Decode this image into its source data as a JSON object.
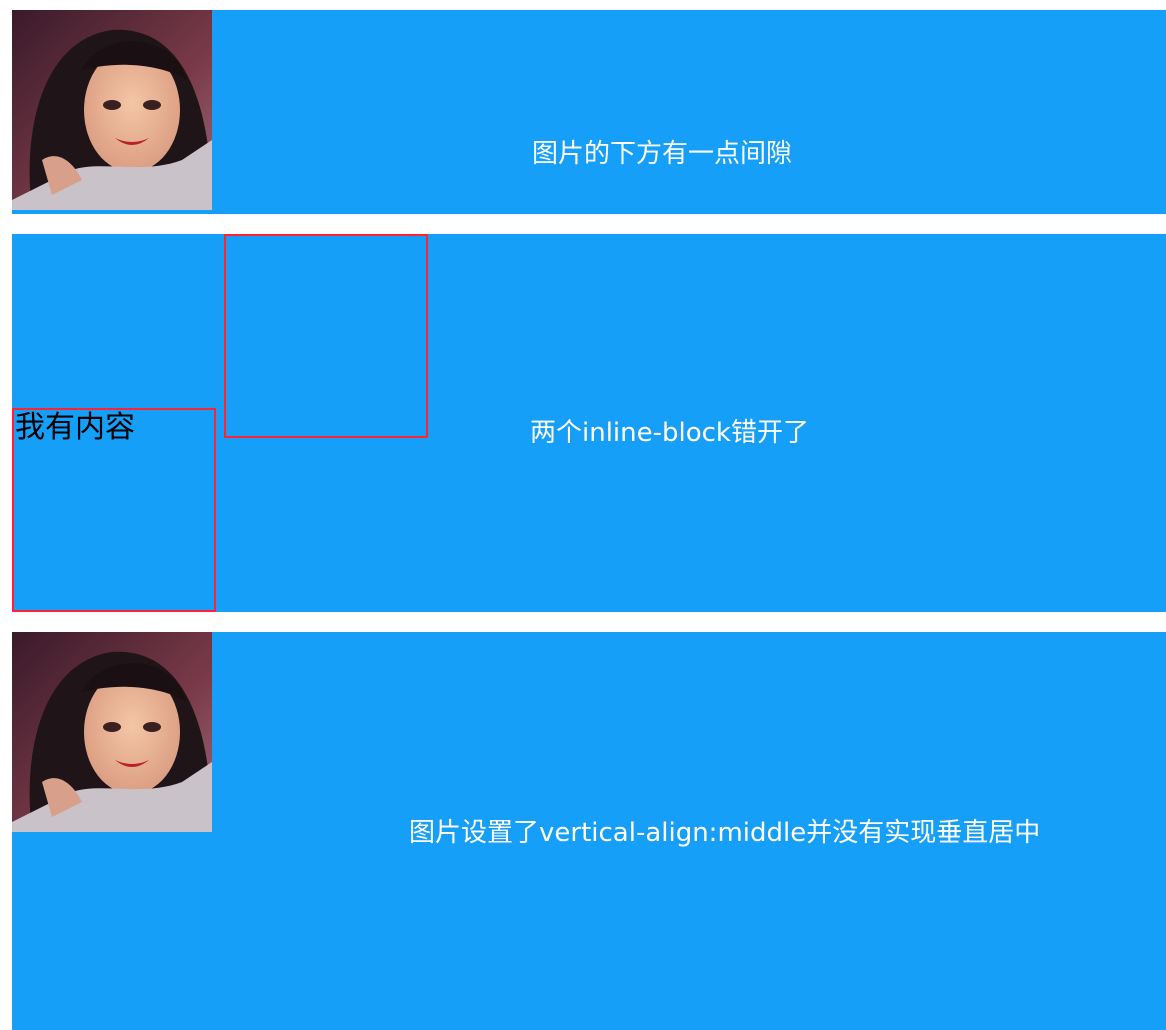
{
  "panel_1": {
    "caption": "图片的下方有一点间隙"
  },
  "panel_2": {
    "box_content": "我有内容",
    "caption": "两个inline-block错开了"
  },
  "panel_3": {
    "caption": "图片设置了vertical-align:middle并没有实现垂直居中"
  },
  "colors": {
    "panel_background": "#169FF8",
    "caption_text": "#FFFFFF",
    "box_border": "#FF2233"
  }
}
